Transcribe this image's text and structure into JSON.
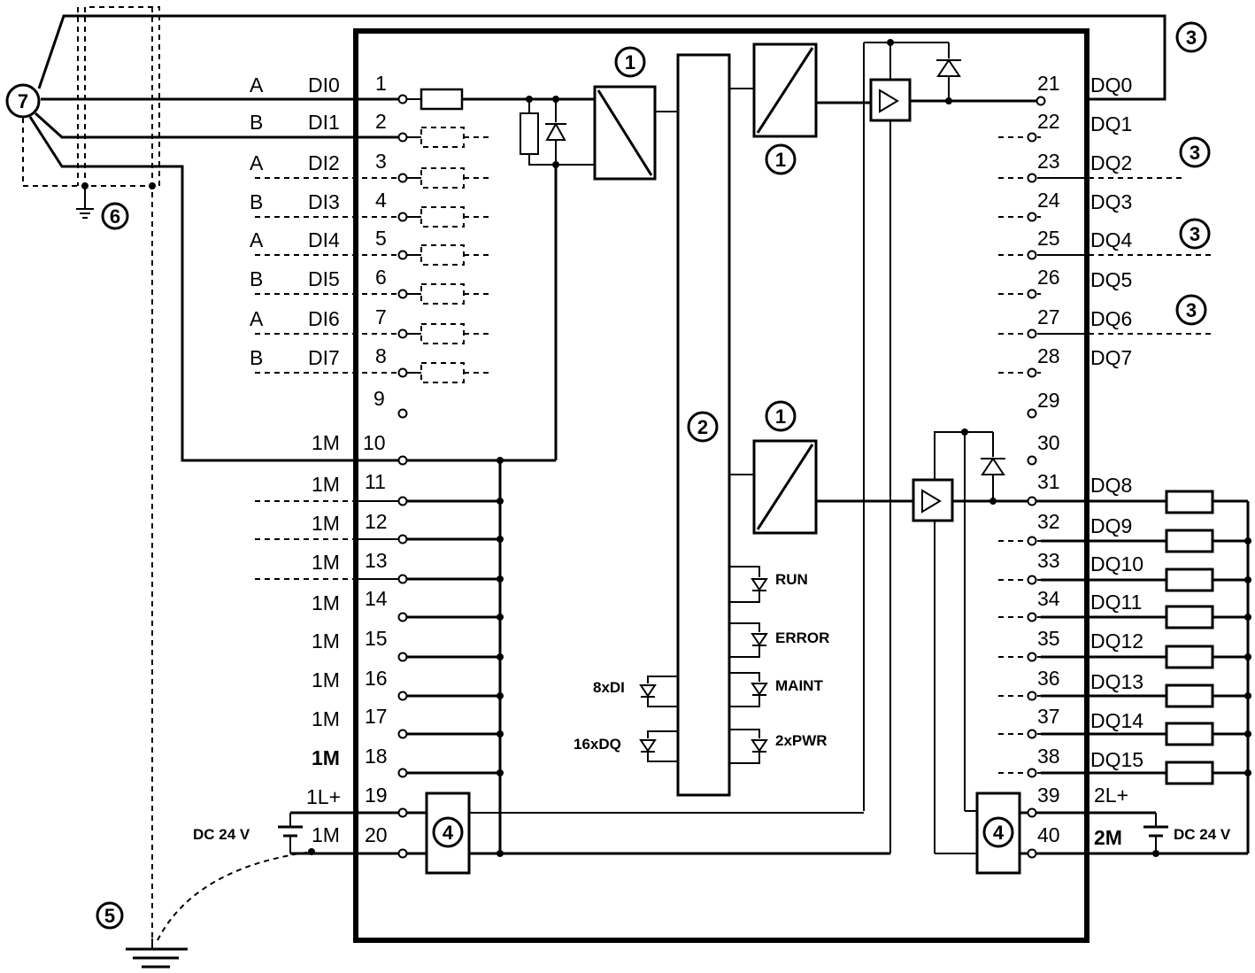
{
  "inputs": [
    {
      "pin": "1",
      "ch": "DI0",
      "sig": "A"
    },
    {
      "pin": "2",
      "ch": "DI1",
      "sig": "B"
    },
    {
      "pin": "3",
      "ch": "DI2",
      "sig": "A"
    },
    {
      "pin": "4",
      "ch": "DI3",
      "sig": "B"
    },
    {
      "pin": "5",
      "ch": "DI4",
      "sig": "A"
    },
    {
      "pin": "6",
      "ch": "DI5",
      "sig": "B"
    },
    {
      "pin": "7",
      "ch": "DI6",
      "sig": "A"
    },
    {
      "pin": "8",
      "ch": "DI7",
      "sig": "B"
    }
  ],
  "left_pins": [
    {
      "pin": "9",
      "label": ""
    },
    {
      "pin": "10",
      "label": "1M"
    },
    {
      "pin": "11",
      "label": "1M"
    },
    {
      "pin": "12",
      "label": "1M"
    },
    {
      "pin": "13",
      "label": "1M"
    },
    {
      "pin": "14",
      "label": "1M"
    },
    {
      "pin": "15",
      "label": "1M"
    },
    {
      "pin": "16",
      "label": "1M"
    },
    {
      "pin": "17",
      "label": "1M"
    },
    {
      "pin": "18",
      "label": "1M"
    },
    {
      "pin": "19",
      "label": "1L+"
    },
    {
      "pin": "20",
      "label": "1M"
    }
  ],
  "outputs": [
    {
      "pin": "21",
      "ch": "DQ0"
    },
    {
      "pin": "22",
      "ch": "DQ1"
    },
    {
      "pin": "23",
      "ch": "DQ2"
    },
    {
      "pin": "24",
      "ch": "DQ3"
    },
    {
      "pin": "25",
      "ch": "DQ4"
    },
    {
      "pin": "26",
      "ch": "DQ5"
    },
    {
      "pin": "27",
      "ch": "DQ6"
    },
    {
      "pin": "28",
      "ch": "DQ7"
    },
    {
      "pin": "29",
      "ch": ""
    },
    {
      "pin": "30",
      "ch": ""
    },
    {
      "pin": "31",
      "ch": "DQ8"
    },
    {
      "pin": "32",
      "ch": "DQ9"
    },
    {
      "pin": "33",
      "ch": "DQ10"
    },
    {
      "pin": "34",
      "ch": "DQ11"
    },
    {
      "pin": "35",
      "ch": "DQ12"
    },
    {
      "pin": "36",
      "ch": "DQ13"
    },
    {
      "pin": "37",
      "ch": "DQ14"
    },
    {
      "pin": "38",
      "ch": "DQ15"
    },
    {
      "pin": "39",
      "ch": "2L+"
    },
    {
      "pin": "40",
      "ch": "2M"
    }
  ],
  "supply_left": "DC 24 V",
  "supply_right": "DC 24 V",
  "leds": [
    "RUN",
    "ERROR",
    "MAINT",
    "2xPWR"
  ],
  "status_leds": [
    "8xDI",
    "16xDQ"
  ],
  "callouts": {
    "c1": "1",
    "c2": "2",
    "c3": "3",
    "c4": "4",
    "c5": "5",
    "c6": "6",
    "c7": "7"
  }
}
